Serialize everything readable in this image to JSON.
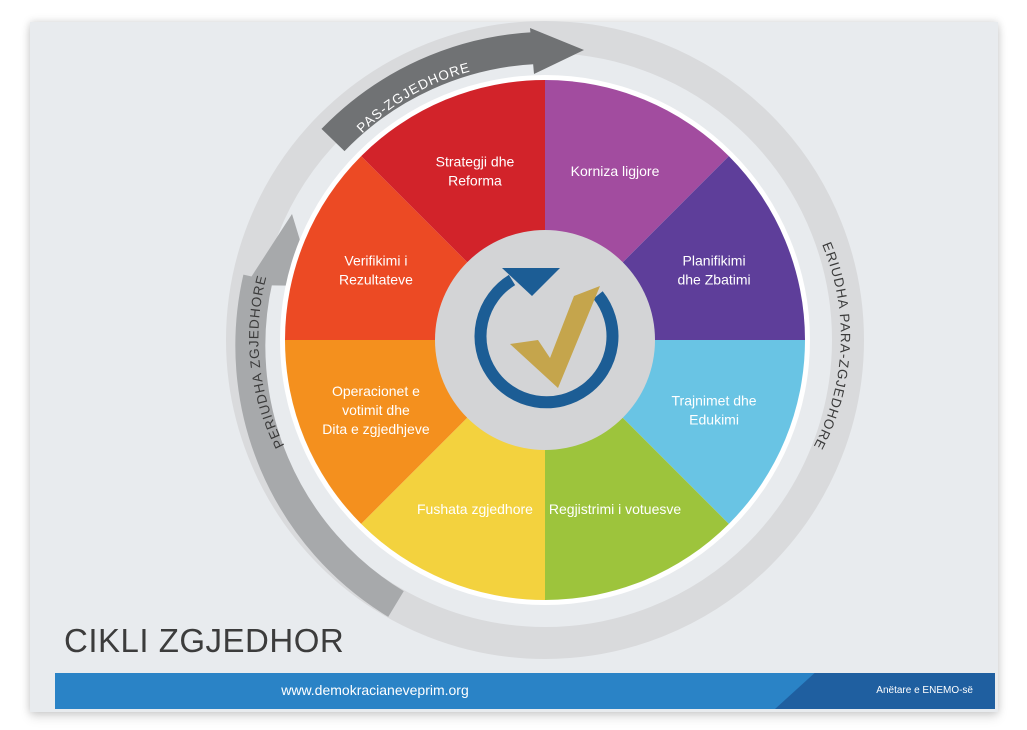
{
  "diagram": {
    "title": "CIKLI ZGJEDHOR",
    "center_icon": "check-cycle-icon",
    "segments": [
      {
        "lines": [
          "Korniza ligjore"
        ],
        "color": "#a24c9f"
      },
      {
        "lines": [
          "Planifikimi",
          "dhe Zbatimi"
        ],
        "color": "#5e3e9a"
      },
      {
        "lines": [
          "Trajnimet dhe",
          "Edukimi"
        ],
        "color": "#69c4e4"
      },
      {
        "lines": [
          "Regjistrimi i votuesve"
        ],
        "color": "#9dc43c"
      },
      {
        "lines": [
          "Fushata zgjedhore"
        ],
        "color": "#f3d23e"
      },
      {
        "lines": [
          "Operacionet e",
          "votimit dhe",
          "Dita e zgjedhjeve"
        ],
        "color": "#f4901e"
      },
      {
        "lines": [
          "Verifikimi i",
          "Rezultateve"
        ],
        "color": "#ec4a24"
      },
      {
        "lines": [
          "Strategji dhe",
          "Reforma"
        ],
        "color": "#d2232a"
      }
    ],
    "phases": {
      "post": "PAS-ZGJEDHORE",
      "electoral": "PERIUDHA ZGJEDHORE",
      "pre": "PERIUDHA PARA-ZGJEDHORE"
    }
  },
  "footer": {
    "url": "www.demokracianeveprim.org",
    "member": "Anëtare e ENEMO-së"
  }
}
